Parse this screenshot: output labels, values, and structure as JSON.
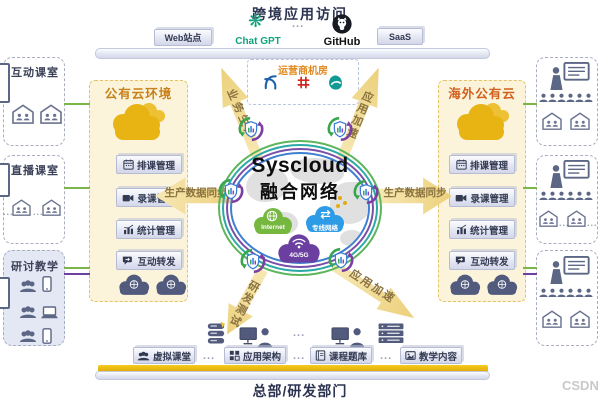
{
  "colors": {
    "chatgpt_green": "#10a37f",
    "panel_yellow_bg": "#fbf3da",
    "orange_title_left": "#c8811a",
    "orange_title_right": "#d2601e",
    "carrier_title_orange": "#e08a1e",
    "navy_text": "#2b3350",
    "green_link": "#7ab648",
    "purple_link": "#7040a0",
    "gold_bar": "#e9b90a",
    "arrow_yellow": "#ecd07b"
  },
  "top_zone": {
    "title": "跨境应用访问",
    "web_button": "Web站点",
    "chatgpt_logo_glyph": "❋",
    "chatgpt_label": "Chat GPT",
    "dots": "...",
    "github_label": "GitHub",
    "saas_button": "SaaS"
  },
  "carrier_room": {
    "title": "运营商机房"
  },
  "flows": {
    "business_production": "业务生产",
    "app_acceleration_top": "应用加速",
    "data_sync_left": "生产数据同步",
    "data_sync_right": "生产数据同步",
    "rd_testing": "研发测试",
    "app_acceleration_bottom": "应用加速"
  },
  "core": {
    "title": "Syscloud",
    "subtitle": "融合网络",
    "clouds": [
      {
        "label": "Internet"
      },
      {
        "label": "专线网络"
      },
      {
        "label": "4G/5G"
      }
    ]
  },
  "left_sites": {
    "dots": "...",
    "site1": {
      "title": "互动课室"
    },
    "site2": {
      "title": "直播课室"
    },
    "site3": {
      "title": "研讨教学"
    }
  },
  "right_sites": {
    "dots": "..."
  },
  "cloud_left": {
    "title": "公有云环境",
    "buttons": [
      "排课管理",
      "录课管理",
      "统计管理",
      "互动转发"
    ]
  },
  "cloud_right": {
    "title": "海外公有云",
    "buttons": [
      "排课管理",
      "录课管理",
      "统计管理",
      "互动转发"
    ]
  },
  "hq": {
    "dots": "...",
    "buttons": [
      "虚拟课堂",
      "应用架构",
      "课程题库",
      "教学内容"
    ],
    "title": "总部/研发部门"
  },
  "watermark": "CSDN"
}
